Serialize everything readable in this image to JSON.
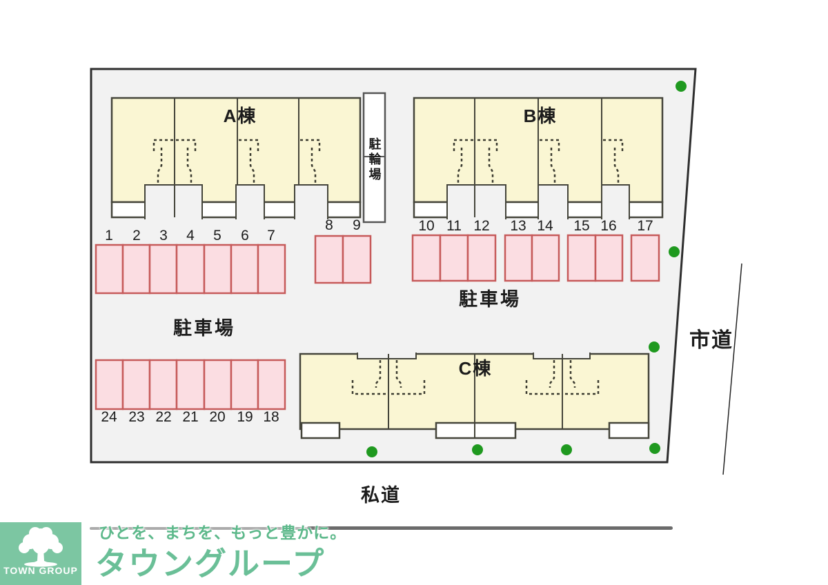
{
  "site": {
    "buildings": [
      {
        "label": "A棟"
      },
      {
        "label": "B棟"
      },
      {
        "label": "C棟"
      }
    ],
    "bicycle_parking_label": "駐輪場",
    "parking_area_label_left": "駐車場",
    "parking_area_label_right": "駐車場",
    "city_road_label": "市道",
    "private_road_label": "私道",
    "parking": {
      "row_a": [
        "1",
        "2",
        "3",
        "4",
        "5",
        "6",
        "7"
      ],
      "row_b": [
        "8",
        "9"
      ],
      "row_c": [
        "10",
        "11",
        "12"
      ],
      "row_d": [
        "13",
        "14"
      ],
      "row_e": [
        "15",
        "16"
      ],
      "row_f": [
        "17"
      ],
      "row_g": [
        "24",
        "23",
        "22",
        "21",
        "20",
        "19",
        "18"
      ]
    }
  },
  "branding": {
    "logo_text": "TOWN GROUP",
    "tagline": "ひとを、まちを、もっと豊かに。",
    "company_name": "タウングループ"
  },
  "colors": {
    "site_fill": "#f2f2f2",
    "building_fill": "#faf6d3",
    "parking_fill": "#fbdde2",
    "parking_border": "#c65a5a",
    "tree_marker": "#1f991f",
    "brand_green": "#7cc6a2",
    "company_green": "#6abf97"
  }
}
